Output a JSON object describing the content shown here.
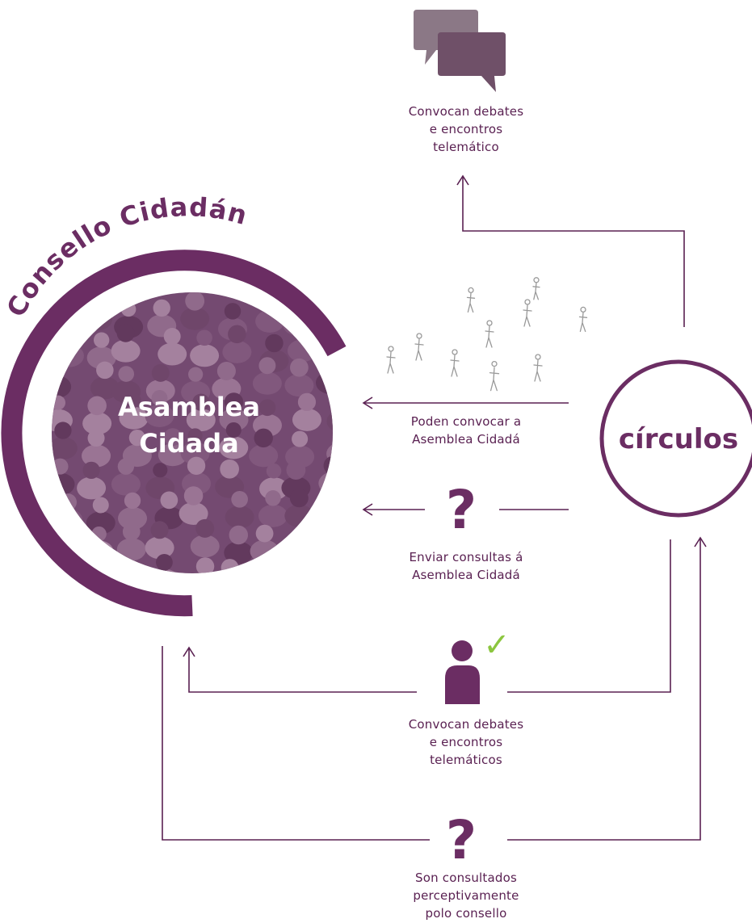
{
  "colors": {
    "primary": "#6b2d63",
    "line": "#5a2152",
    "icon_gray": "#8b7886",
    "check": "#8cc63f"
  },
  "consello": {
    "title": "Consello Cidadán"
  },
  "asamblea": {
    "line1": "Asamblea",
    "line2": "Cidada"
  },
  "circulos": {
    "label": "círculos"
  },
  "top": {
    "lines": [
      "Convocan debates",
      "e encontros",
      "telemático"
    ],
    "icon": "speech-bubbles-icon"
  },
  "poden": {
    "lines": [
      "Poden convocar a",
      "Asemblea Cidadá"
    ],
    "icon": "people-sketch-icon"
  },
  "enviar": {
    "lines": [
      "Enviar consultas á",
      "Asemblea Cidadá"
    ],
    "icon": "question-mark-icon",
    "symbol": "?"
  },
  "convocan": {
    "lines": [
      "Convocan debates",
      "e encontros",
      "telemáticos"
    ],
    "icon": "person-check-icon",
    "check": "✓"
  },
  "son": {
    "lines": [
      "Son consultados",
      "perceptivamente",
      "polo consello"
    ],
    "icon": "question-mark-icon",
    "symbol": "?"
  }
}
